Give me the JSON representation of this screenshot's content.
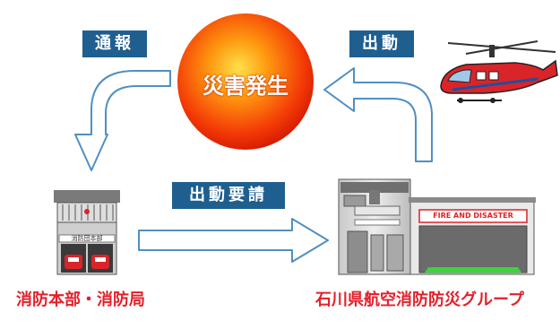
{
  "center": {
    "label": "災害発生"
  },
  "tags": {
    "report": "通報",
    "dispatch": "出動",
    "request": "出動要請"
  },
  "fire_station": {
    "sign": "消防団本部",
    "caption": "消防本部・消防局"
  },
  "aviation_base": {
    "hangar_sign": "FIRE AND DISASTER",
    "caption": "石川県航空消防防災グループ"
  },
  "colors": {
    "tag_bg": "#1f5f8f",
    "caption_red": "#e4202a",
    "arrow_outline": "#4f8fc3",
    "disaster_core": "#ff2a00",
    "hangar_floor": "#3fd13f"
  },
  "icons": [
    "helicopter-icon",
    "fire-truck-icon"
  ]
}
